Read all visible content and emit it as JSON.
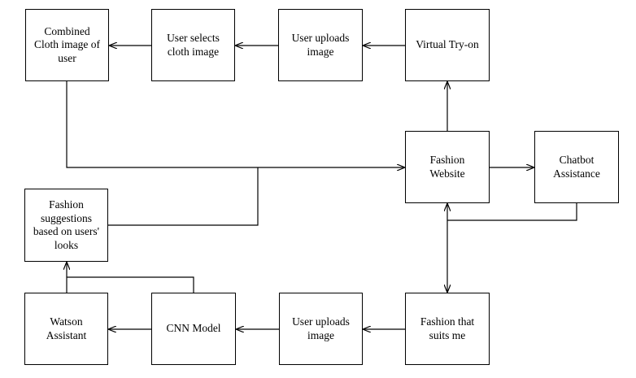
{
  "nodes": {
    "combined": "Combined\nCloth image of\nuser",
    "selects": "User selects\ncloth image",
    "uploads_top": "User uploads\nimage",
    "tryon": "Virtual Try-on",
    "website": "Fashion\nWebsite",
    "chatbot": "Chatbot\nAssistance",
    "suggestions": "Fashion\nsuggestions\nbased on users'\nlooks",
    "watson": "Watson\nAssistant",
    "cnn": "CNN Model",
    "uploads_bottom": "User uploads\nimage",
    "suits": "Fashion that\nsuits me"
  },
  "colors": {
    "line": "#000000",
    "box_fill": "#ffffff"
  }
}
